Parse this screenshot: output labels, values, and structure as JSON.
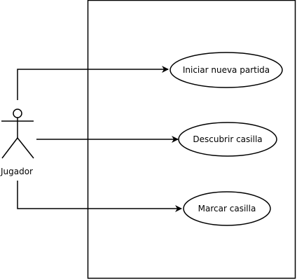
{
  "actor": {
    "name": "Jugador"
  },
  "use_cases": [
    {
      "label": "Iniciar nueva partida"
    },
    {
      "label": "Descubrir casilla"
    },
    {
      "label": "Marcar casilla"
    }
  ],
  "colors": {
    "stroke": "#000000",
    "background": "#ffffff"
  }
}
